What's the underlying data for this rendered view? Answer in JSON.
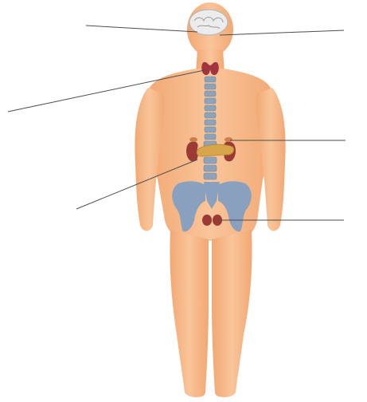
{
  "diagram": {
    "colors": {
      "background": "#ffffff",
      "skin": "#f5b483",
      "skin_light": "#f9c99f",
      "spine": "#8fa3b8",
      "pelvis": "#8aa0bf",
      "brain": "#ececec",
      "thyroid": "#a2343e",
      "kidney": "#9b3a34",
      "pancreas": "#d9a54a",
      "leader_line": "#4d4d4d"
    },
    "icons": [
      "human-body-icon",
      "brain-icon",
      "thyroid-icon",
      "spine-icon",
      "kidney-icon",
      "pancreas-icon",
      "pelvis-icon",
      "gonads-icon"
    ],
    "labels": [
      {
        "name": "brain-label-left",
        "text": ""
      },
      {
        "name": "brain-label-right",
        "text": ""
      },
      {
        "name": "thyroid-label",
        "text": ""
      },
      {
        "name": "pancreas-label",
        "text": ""
      },
      {
        "name": "adrenal-label",
        "text": ""
      },
      {
        "name": "gonads-label",
        "text": ""
      }
    ]
  }
}
